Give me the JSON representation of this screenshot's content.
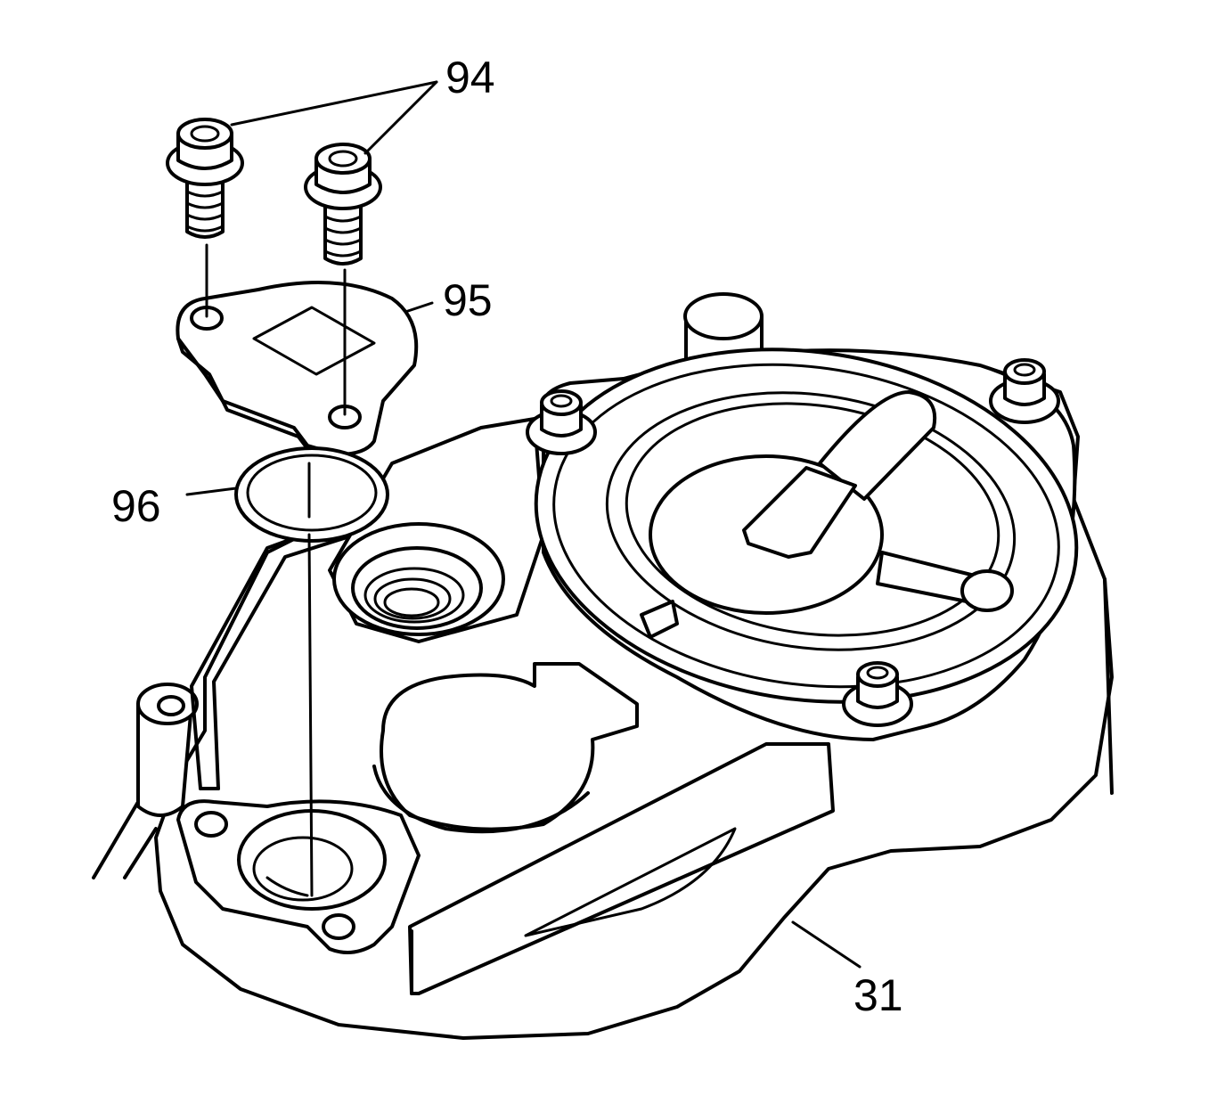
{
  "callouts": {
    "bolts": "94",
    "cover": "95",
    "seal": "96",
    "housing": "31"
  },
  "colors": {
    "line": "#000000",
    "background": "#ffffff"
  }
}
